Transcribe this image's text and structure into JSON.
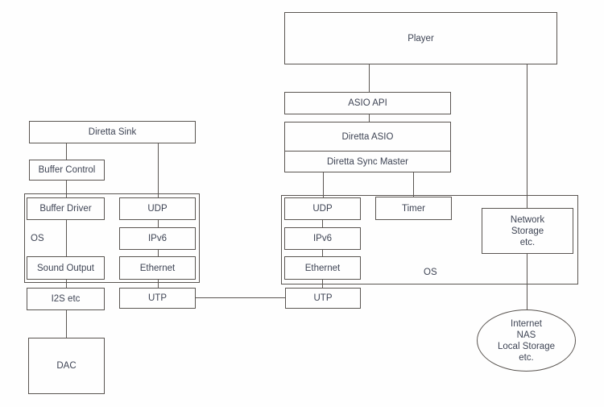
{
  "left": {
    "diretta_sink": "Diretta Sink",
    "buffer_control": "Buffer Control",
    "os_label": "OS",
    "buffer_driver": "Buffer Driver",
    "udp": "UDP",
    "ipv6": "IPv6",
    "sound_output": "Sound Output",
    "ethernet": "Ethernet",
    "i2s": "I2S etc",
    "utp": "UTP",
    "dac": "DAC"
  },
  "right": {
    "player": "Player",
    "asio_api": "ASIO API",
    "diretta_asio": "Diretta ASIO",
    "diretta_sync_master": "Diretta Sync Master",
    "udp": "UDP",
    "timer": "Timer",
    "network_storage": "Network\nStorage\netc.",
    "ipv6": "IPv6",
    "ethernet": "Ethernet",
    "os_label": "OS",
    "utp": "UTP",
    "cloud": "Internet\nNAS\nLocal Storage\netc."
  },
  "colors": {
    "line": "#5a5551",
    "text": "#3e4454",
    "background": "#fefefe"
  }
}
